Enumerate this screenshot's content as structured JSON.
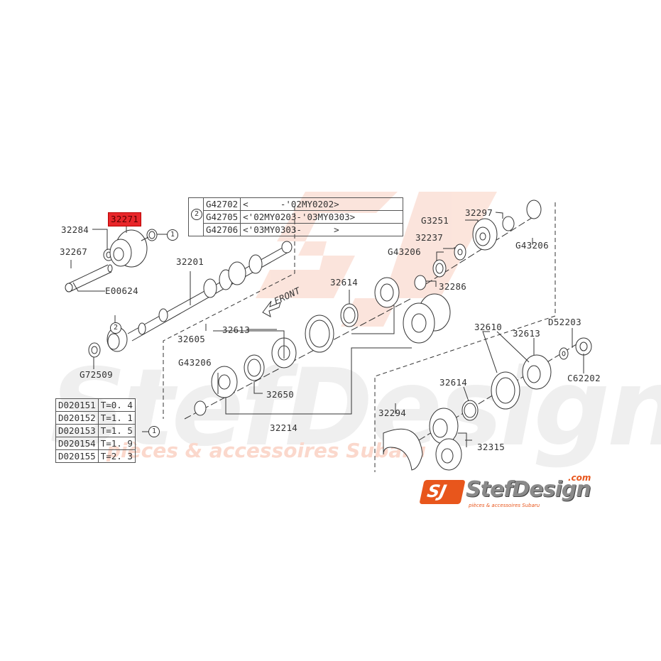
{
  "watermark": {
    "big_text": "StefDesign",
    "sub_text": "pièces & accessoires Subaru",
    "color_logo": "#f6c9bb",
    "color_text": "#eeeeee"
  },
  "colors": {
    "line": "#333333",
    "highlight": "#e8262a",
    "brand": "#e8561c"
  },
  "version_table": {
    "ref": "2",
    "rows": [
      {
        "part": "G42702",
        "range": "<      -'02MY0202>"
      },
      {
        "part": "G42705",
        "range": "<'02MY0203-'03MY0303>"
      },
      {
        "part": "G42706",
        "range": "<'03MY0303-      >"
      }
    ]
  },
  "shim_table": {
    "ref": "1",
    "rows": [
      {
        "part": "D020151",
        "thickness": "T=0. 4"
      },
      {
        "part": "D020152",
        "thickness": "T=1. 1"
      },
      {
        "part": "D020153",
        "thickness": "T=1. 5"
      },
      {
        "part": "D020154",
        "thickness": "T=1. 9"
      },
      {
        "part": "D020155",
        "thickness": "T=2. 3"
      }
    ]
  },
  "labels": {
    "p32271": "32271",
    "p32284": "32284",
    "p32267": "32267",
    "pE00624": "E00624",
    "p32201": "32201",
    "pG72509": "G72509",
    "front": "FRONT",
    "p32605": "32605",
    "p32613a": "32613",
    "p32614a": "32614",
    "pG43206a": "G43206",
    "p32650": "32650",
    "p32214": "32214",
    "p32286": "32286",
    "pG43206b": "G43206",
    "p32237": "32237",
    "pG3251": "G3251",
    "p32297": "32297",
    "pG43206c": "G43206",
    "p32610": "32610",
    "p32613b": "32613",
    "pD52203": "D52203",
    "pC62202": "C62202",
    "p32614b": "32614",
    "p32294": "32294",
    "p32315": "32315",
    "ref1": "1",
    "ref2": "2"
  },
  "logo": {
    "mark": "SJ",
    "name": "StefDesign",
    "domain": ".com",
    "tagline": "pièces & accessoires Subaru"
  }
}
